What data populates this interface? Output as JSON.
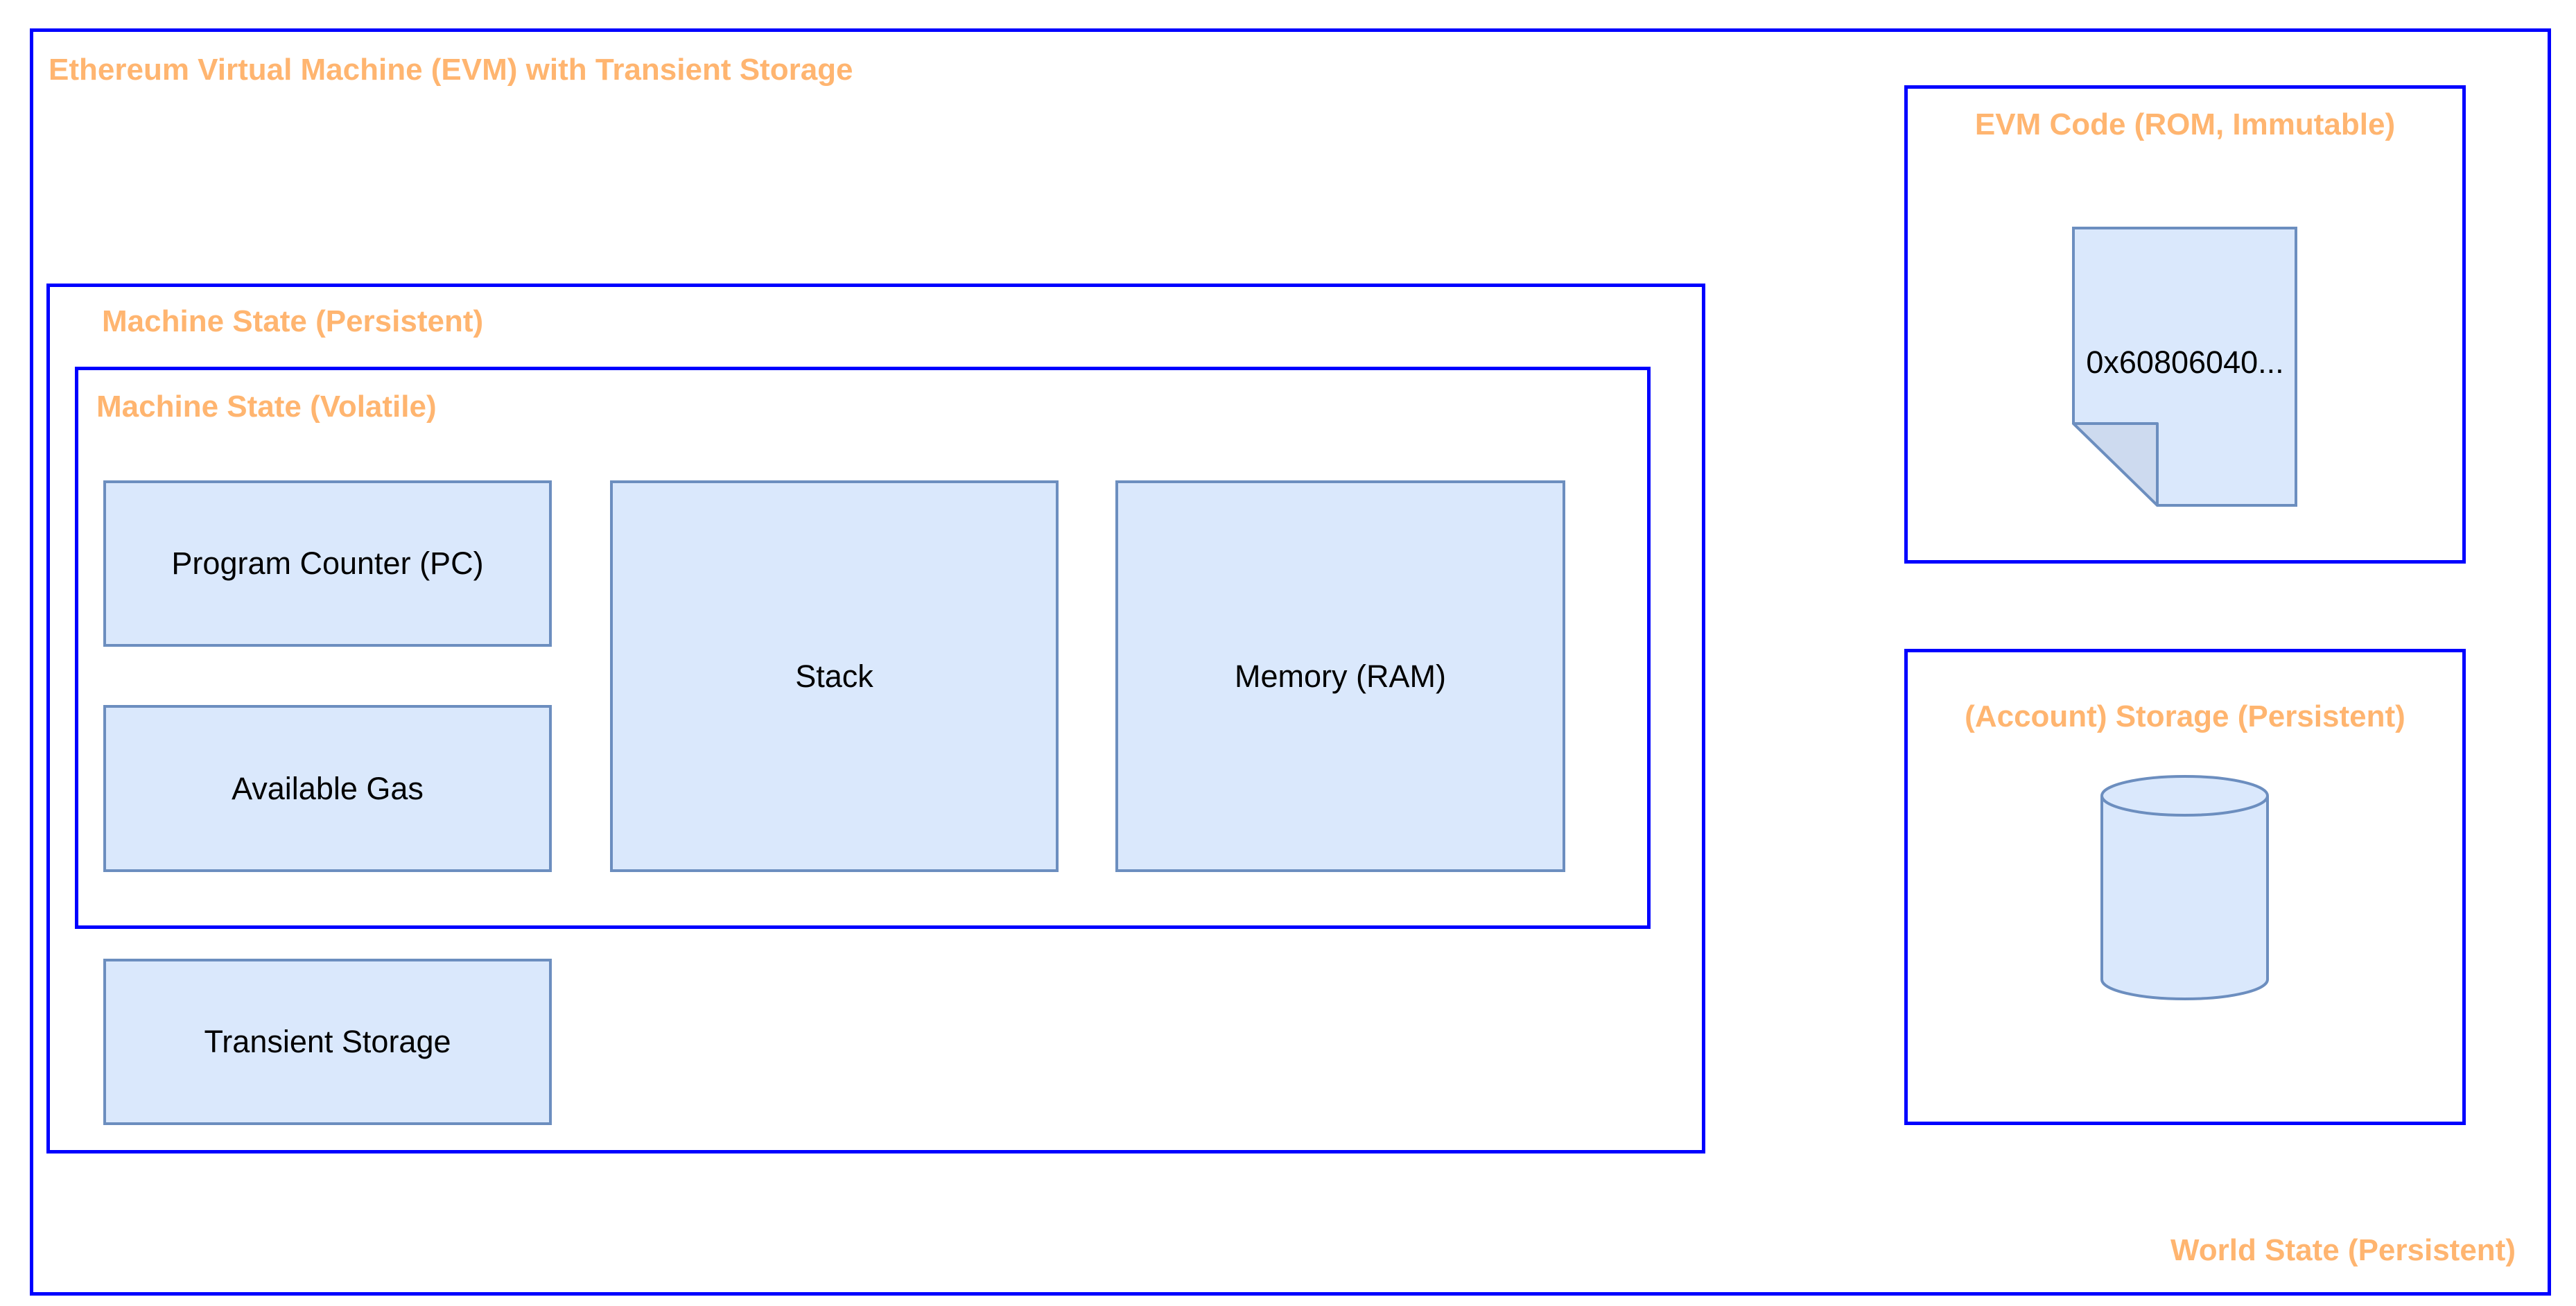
{
  "colors": {
    "container_border": "#0000FF",
    "label_text": "#FFB570",
    "node_fill": "#DAE8FC",
    "node_stroke": "#6C8EBF",
    "fold_fill": "#CDDAEF"
  },
  "evm": {
    "title": "Ethereum Virtual Machine (EVM) with Transient Storage",
    "world_state_label": "World State (Persistent)"
  },
  "machine_state_persistent": {
    "label": "Machine State (Persistent)",
    "transient_storage": "Transient Storage"
  },
  "machine_state_volatile": {
    "label": "Machine State (Volatile)",
    "program_counter": "Program Counter (PC)",
    "available_gas": "Available Gas",
    "stack": "Stack",
    "memory": "Memory (RAM)"
  },
  "evm_code": {
    "label": "EVM Code (ROM, Immutable)",
    "document_icon": "document-icon",
    "code_text": "0x60806040..."
  },
  "account_storage": {
    "label": "(Account) Storage (Persistent)",
    "database_icon": "database-cylinder-icon"
  }
}
